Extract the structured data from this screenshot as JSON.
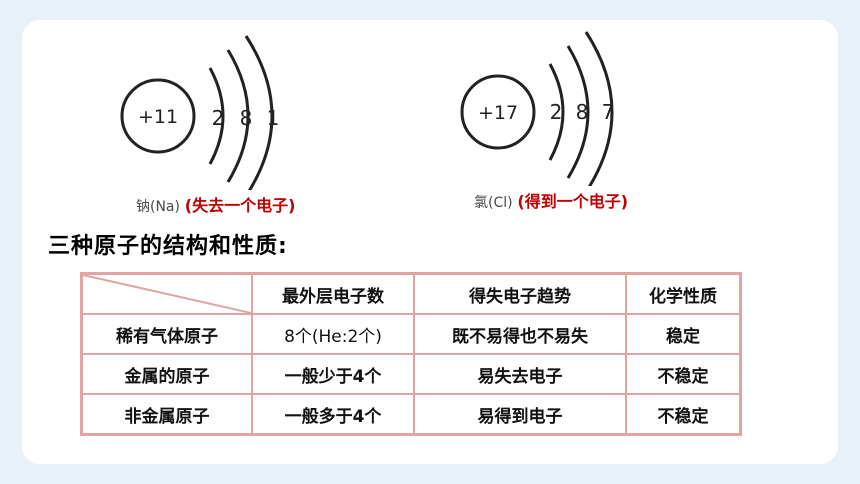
{
  "atoms": [
    {
      "nucleus": "+11",
      "shells": [
        "2",
        "8",
        "1"
      ],
      "name": "钠(Na)",
      "note": "(失去一个电子)"
    },
    {
      "nucleus": "+17",
      "shells": [
        "2",
        "8",
        "7"
      ],
      "name": "氯(Cl)",
      "note": "(得到一个电子)"
    }
  ],
  "heading": "三种原子的结构和性质:",
  "table": {
    "headers": [
      "",
      "最外层电子数",
      "得失电子趋势",
      "化学性质"
    ],
    "rows": [
      [
        "稀有气体原子",
        "8个(He:2个)",
        "既不易得也不易失",
        "稳定"
      ],
      [
        "金属的原子",
        "一般少于4个",
        "易失去电子",
        "不稳定"
      ],
      [
        "非金属原子",
        "一般多于4个",
        "易得到电子",
        "不稳定"
      ]
    ]
  },
  "colors": {
    "accent_red": "#c00000",
    "table_border": "#e4a3a3",
    "background": "#e8f0fa"
  }
}
